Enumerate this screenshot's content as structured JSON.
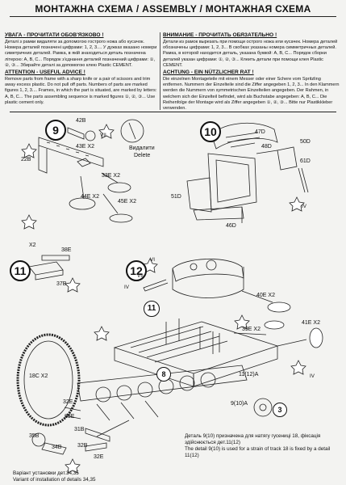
{
  "title": "МОНТАЖНА СХЕМА / ASSEMBLY / МОНТАЖНАЯ СХЕМА",
  "instructions": {
    "ua_heading": "УВАГА - ПРОЧИТАТИ ОБОВ'ЯЗКОВО !",
    "ua_text": "Деталі з рамки видаляти за допомогою гострого ножа або кусачок. Номера деталей позначені цифрами: 1, 2, 3.... У дужках вказано номери симетричних деталей. Рамка, в якій знаходиться деталь позначена літерою: A, B, C... Порядок з'єднання деталей позначений цифрами: ①, ②, ③... Збирайте деталі за допомогою клею Plastic CEMENT.",
    "en_heading": "ATTENTION - USEFUL ADVICE !",
    "en_text": "Remove parts from frame with a sharp knife or a pair of scissors and trim away excess plastic. Do not pull off parts. Numbers of parts are marked figures 1, 2, 3.... Frames, in which the part is situated, are marked by letters: A, B, C... The parts assembling sequence is marked figures ①, ②, ③... Use plastic cement only.",
    "ru_heading": "ВНИМАНИЕ - ПРОЧИТАТЬ ОБЯЗАТЕЛЬНО !",
    "ru_text": "Детали из рамок вырезать при помощи острого ножа или кусачек. Номера деталей обозначены цифрами: 1, 2, 3... В скобках указаны номера симметричных деталей. Рамка, в которой находится деталь, указана буквой: A, B, C... Порядок сборки деталей указан цифрами: ①, ②, ③... Клеить детали при помощи клея Plastic CEMENT.",
    "de_heading": "ACHTUNG - EIN NÜTZLICHER RAT !",
    "de_text": "Die einzelnen Montageteile mit einem Messer oder einer Schere vom Spritzling entfernen. Nummern der Einzelteile sind die Ziffer angegeben 1, 2, 3... In den Klammern werden die Nummern von symmetrischen Einzelteilen angegeben. Der Rahmen, in welchem sich der Einzelteil befindet, wird als Buchstabe angegeben: A, B, C... Die Reihenfolge der Montage wird als Ziffer angegeben ①, ②, ③... Bitte nur Plastikkleber verwenden."
  },
  "steps": {
    "s9": "9",
    "s10": "10",
    "s11": "11",
    "s12": "12",
    "s3": "3",
    "s8": "8",
    "s11b": "11"
  },
  "labels": {
    "p42b": "42B",
    "p43e": "43E X2",
    "p22b": "22B",
    "delete_ua": "Видалити",
    "delete_en": "Delete",
    "p33e": "33E X2",
    "p44e": "44E X2",
    "p45e": "45E X2",
    "p47d": "47D",
    "p48d": "48D",
    "p50d": "50D",
    "p61d": "61D",
    "p51d": "51D",
    "p46d": "46D",
    "x2_11": "X2",
    "p38e": "38E",
    "p37b": "37B",
    "p40e": "40E X2",
    "p41e": "41E X2",
    "p39e": "39E X2",
    "p18c": "18C X2",
    "p11_12": "11(12)A",
    "p9_10": "9(10)A",
    "p32e": "32E",
    "p33e_b": "33E",
    "p31b": "31B",
    "p32b": "32B",
    "p34b": "34B",
    "p35b": "35B",
    "p32e_b": "32E",
    "r7": "VII",
    "r4": "IV",
    "r4b": "IV",
    "r6": "VI",
    "r7b": "VII",
    "r4c": "IV"
  },
  "note": {
    "ua": "Деталь 9(10) призначена для натягу гусениці 18, фіксація здійснюється дет.11(12)",
    "en": "The detail 9(10) is used for a strain of track 18 is fixed by a detail 11(12)"
  },
  "variant": {
    "ua": "Варіант установки дет.34,35",
    "en": "Variant of installation of details 34,35"
  }
}
